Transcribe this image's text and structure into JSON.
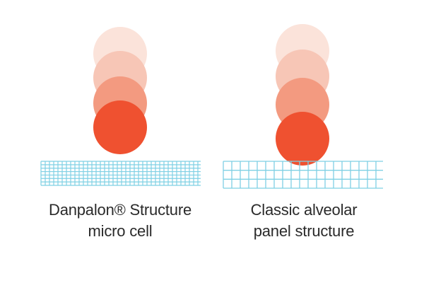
{
  "panels": [
    {
      "caption_line1": "Danpalon® Structure",
      "caption_line2": "micro cell"
    },
    {
      "caption_line1": "Classic alveolar",
      "caption_line2": "panel structure"
    }
  ],
  "colors": {
    "ball": "#ef5130",
    "ball_fade_1": "#f39a80",
    "ball_fade_2": "#f7c6b6",
    "ball_fade_3": "#fbe3da",
    "grid": "#7fd0e4",
    "text": "#2a2a2a"
  }
}
